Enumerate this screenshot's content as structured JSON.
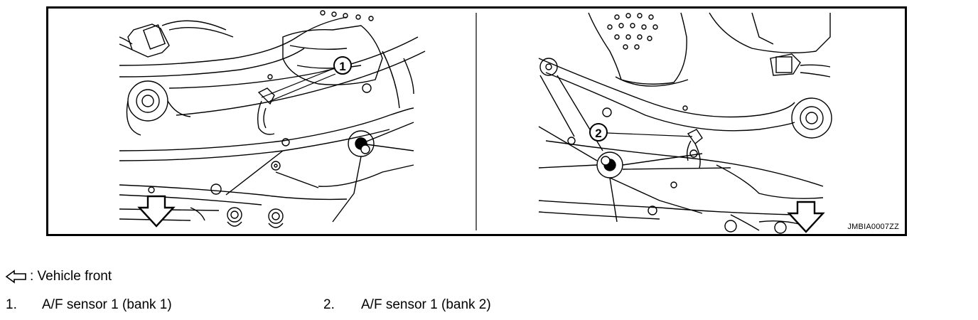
{
  "figure": {
    "ref_code": "JMBIA0007ZZ",
    "callouts": {
      "left": "1",
      "right": "2"
    },
    "front_arrow_icon": "down-arrow-outline-icon"
  },
  "legend": {
    "front_label": ": Vehicle front",
    "front_icon": "left-arrow-outline-icon",
    "items": [
      {
        "num": "1.",
        "text": "A/F sensor 1 (bank 1)"
      },
      {
        "num": "2.",
        "text": "A/F sensor 1 (bank 2)"
      }
    ]
  }
}
